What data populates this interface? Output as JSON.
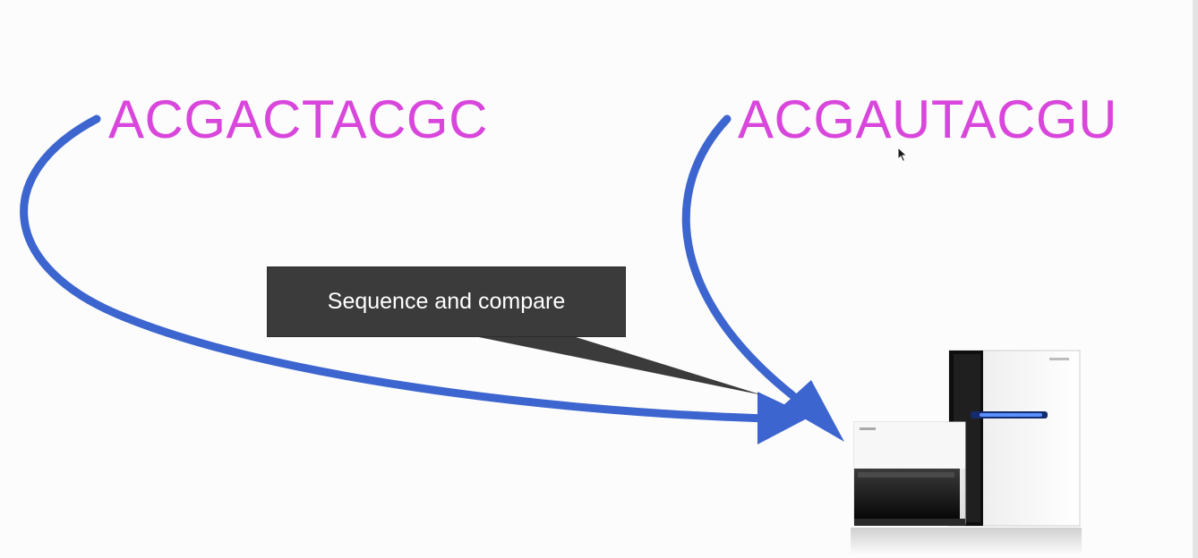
{
  "sequences": {
    "dna": "ACGACTACGC",
    "rna": "ACGAUTACGU"
  },
  "callout": {
    "label": "Sequence and compare"
  },
  "colors": {
    "sequence_text": "#d946dc",
    "arrow": "#3d65cf",
    "callout_bg": "#3b3b3b",
    "callout_text": "#ffffff"
  },
  "icons": [
    "sequencer-machine-icon",
    "mouse-cursor-icon"
  ]
}
